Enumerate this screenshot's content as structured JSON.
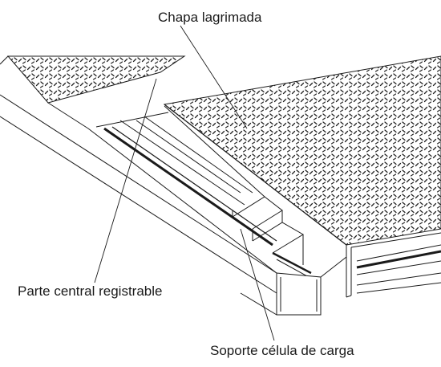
{
  "labels": {
    "checker_plate": "Chapa lagrimada",
    "central_part": "Parte central registrable",
    "load_cell_support": "Soporte célula de carga"
  },
  "colors": {
    "line": "#1a1a1a",
    "plate_fill": "#ffffff",
    "texture": "#222222"
  }
}
